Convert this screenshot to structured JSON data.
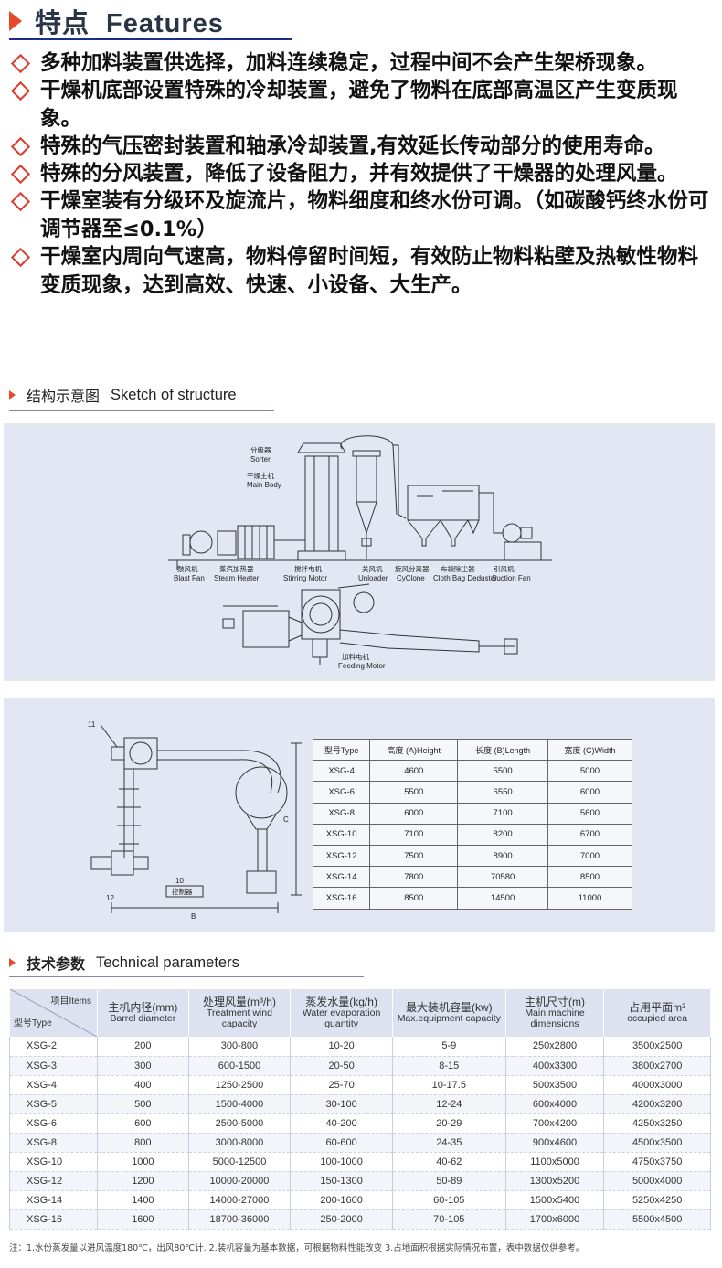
{
  "features": {
    "title_cn": "特点",
    "title_en": "Features",
    "items": [
      "多种加料装置供选择，加料连续稳定，过程中间不会产生架桥现象。",
      "干燥机底部设置特殊的冷却装置，避免了物料在底部高温区产生变质现象。",
      "特殊的气压密封装置和轴承冷却装置,有效延长传动部分的使用寿命。",
      "特殊的分风装置，降低了设备阻力，并有效提供了干燥器的处理风量。",
      "干燥室装有分级环及旋流片，物料细度和终水份可调。（如碳酸钙终水份可调节器至≤0.1%）",
      "干燥室内周向气速高，物料停留时间短，有效防止物料粘壁及热敏性物料变质现象，达到高效、快速、小设备、大生产。"
    ]
  },
  "sketch": {
    "title_cn": "结构示意图",
    "title_en": "Sketch of structure",
    "labels": {
      "sorter_cn": "分级器",
      "sorter_en": "Sorter",
      "main_body_cn": "干燥主机",
      "main_body_en": "Main Body",
      "blast_fan_cn": "鼓风机",
      "blast_fan_en": "Blast Fan",
      "steam_heater_cn": "蒸汽加热器",
      "steam_heater_en": "Steam Heater",
      "stirring_motor_cn": "搅拌电机",
      "stirring_motor_en": "Stirring Motor",
      "unloader_cn": "关风机",
      "unloader_en": "Unloader",
      "cyclone_cn": "旋风分离器",
      "cyclone_en": "CyClone",
      "deduster_cn": "布袋除尘器",
      "deduster_en": "Cloth Bag Deduster",
      "suction_fan_cn": "引风机",
      "suction_fan_en": "Suction Fan",
      "feeding_motor_cn": "加料电机",
      "feeding_motor_en": "Feeding Motor"
    }
  },
  "dimensions": {
    "labels": {
      "n11": "11",
      "n12": "12",
      "n10": "10",
      "controller": "控制器",
      "dim_b": "B",
      "dim_c": "C"
    },
    "headers": [
      "型号Type",
      "高度 (A)Height",
      "长度 (B)Length",
      "宽度 (C)Width"
    ],
    "rows": [
      [
        "XSG-4",
        "4600",
        "5500",
        "5000"
      ],
      [
        "XSG-6",
        "5500",
        "6550",
        "6000"
      ],
      [
        "XSG-8",
        "6000",
        "7100",
        "5600"
      ],
      [
        "XSG-10",
        "7100",
        "8200",
        "6700"
      ],
      [
        "XSG-12",
        "7500",
        "8900",
        "7000"
      ],
      [
        "XSG-14",
        "7800",
        "70580",
        "8500"
      ],
      [
        "XSG-16",
        "8500",
        "14500",
        "11000"
      ]
    ]
  },
  "tech": {
    "title_cn": "技术参数",
    "title_en": "Technical parameters",
    "corner_top": "项目Items",
    "corner_bottom": "型号Type",
    "headers": [
      {
        "cn": "主机内径(mm)",
        "en": "Barrel diameter"
      },
      {
        "cn": "处理风量(m³/h)",
        "en": "Treatment wind capacity"
      },
      {
        "cn": "蒸发水量(kg/h)",
        "en": "Water evaporation quantity"
      },
      {
        "cn": "最大装机容量(kw)",
        "en": "Max.equipment capacity"
      },
      {
        "cn": "主机尺寸(m)",
        "en": "Main machine dimensions"
      },
      {
        "cn": "占用平面m²",
        "en": "occupied area"
      }
    ],
    "rows": [
      [
        "XSG-2",
        "200",
        "300-800",
        "10-20",
        "5-9",
        "250x2800",
        "3500x2500"
      ],
      [
        "XSG-3",
        "300",
        "600-1500",
        "20-50",
        "8-15",
        "400x3300",
        "3800x2700"
      ],
      [
        "XSG-4",
        "400",
        "1250-2500",
        "25-70",
        "10-17.5",
        "500x3500",
        "4000x3000"
      ],
      [
        "XSG-5",
        "500",
        "1500-4000",
        "30-100",
        "12-24",
        "600x4000",
        "4200x3200"
      ],
      [
        "XSG-6",
        "600",
        "2500-5000",
        "40-200",
        "20-29",
        "700x4200",
        "4250x3250"
      ],
      [
        "XSG-8",
        "800",
        "3000-8000",
        "60-600",
        "24-35",
        "900x4600",
        "4500x3500"
      ],
      [
        "XSG-10",
        "1000",
        "5000-12500",
        "100-1000",
        "40-62",
        "1100x5000",
        "4750x3750"
      ],
      [
        "XSG-12",
        "1200",
        "10000-20000",
        "150-1300",
        "50-89",
        "1300x5200",
        "5000x4000"
      ],
      [
        "XSG-14",
        "1400",
        "14000-27000",
        "200-1600",
        "60-105",
        "1500x5400",
        "5250x4250"
      ],
      [
        "XSG-16",
        "1600",
        "18700-36000",
        "250-2000",
        "70-105",
        "1700x6000",
        "5500x4500"
      ]
    ],
    "note": "注：1.水份蒸发量以进风温度180℃，出风80℃计. 2.装机容量为基本数据，可根据物料性能改变 3.占地面积根据实际情况布置，表中数据仅供参考。"
  }
}
